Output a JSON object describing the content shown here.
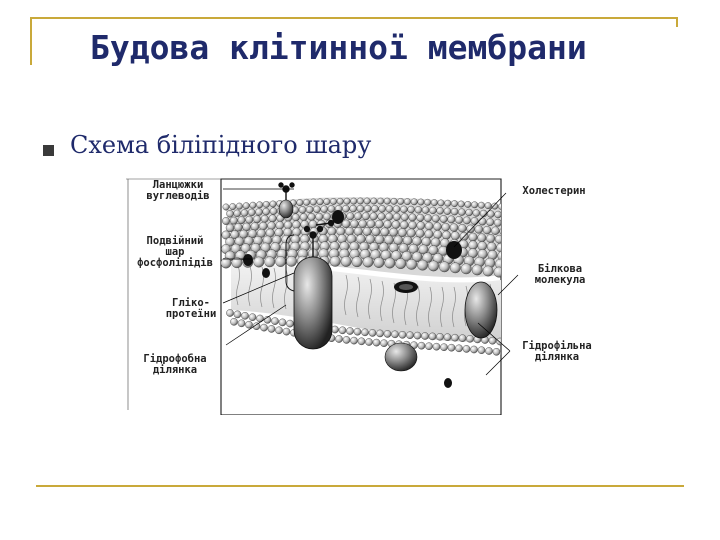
{
  "slide": {
    "title": "Будова клітинної мембрани",
    "bullet": "Схема біліпідного шару"
  },
  "figure": {
    "labels": {
      "carbohydrates": "Ланцюжки\nвуглеводів",
      "bilayer": "Подвійний\nшар\nфосфоліпідів",
      "glycoproteins": "Гліко-\nпротеїни",
      "hydrophobic": "Гідрофобна\nділянка",
      "cholesterol": "Холестерин",
      "protein": "Білкова\nмолекула",
      "hydrophilic": "Гідрофільна\nділянка"
    }
  },
  "colors": {
    "frame": "#c9a93a",
    "title": "#1f2a6b",
    "text": "#1f2a6b"
  }
}
